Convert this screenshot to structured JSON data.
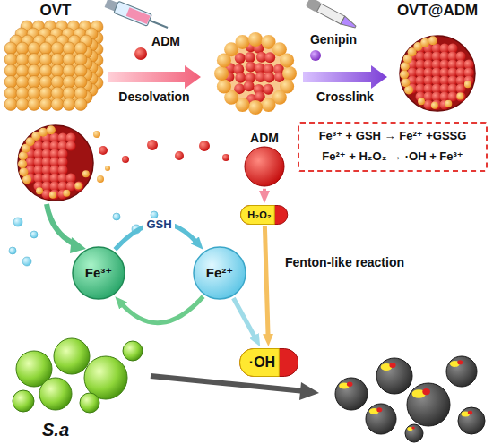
{
  "diagram": {
    "nodes": [
      {
        "text": [
          "Fe³⁺ + GSH → Fe²⁺ +GSSG",
          "Fe²⁺ + H₂O₂ → ·OH + Fe³⁺"
        ]
      },
      {
        "text": [
          "ADM"
        ]
      },
      {
        "text": [
          "H₂O₂"
        ]
      },
      {
        "text": [
          "Fe³⁺"
        ]
      },
      {
        "text": [
          "Fe²⁺"
        ]
      },
      {
        "text": [
          "·OH"
        ]
      }
    ],
    "edges": [
      {
        "from": 3,
        "to": 4,
        "label": "GSH",
        "arrow": "to"
      },
      {
        "from": 4,
        "to": 3,
        "arrow": "to"
      },
      {
        "from": 1,
        "to": 2,
        "arrow": "to"
      },
      {
        "from": 2,
        "to": 5,
        "arrow": "to"
      },
      {
        "from": 4,
        "to": 5,
        "arrow": "to"
      }
    ],
    "labels": [
      "OVT",
      "ADM",
      "OVT@ADM",
      "Genipin",
      "Desolvation",
      "Crosslink",
      "Fenton-like reaction",
      "S.a"
    ]
  }
}
